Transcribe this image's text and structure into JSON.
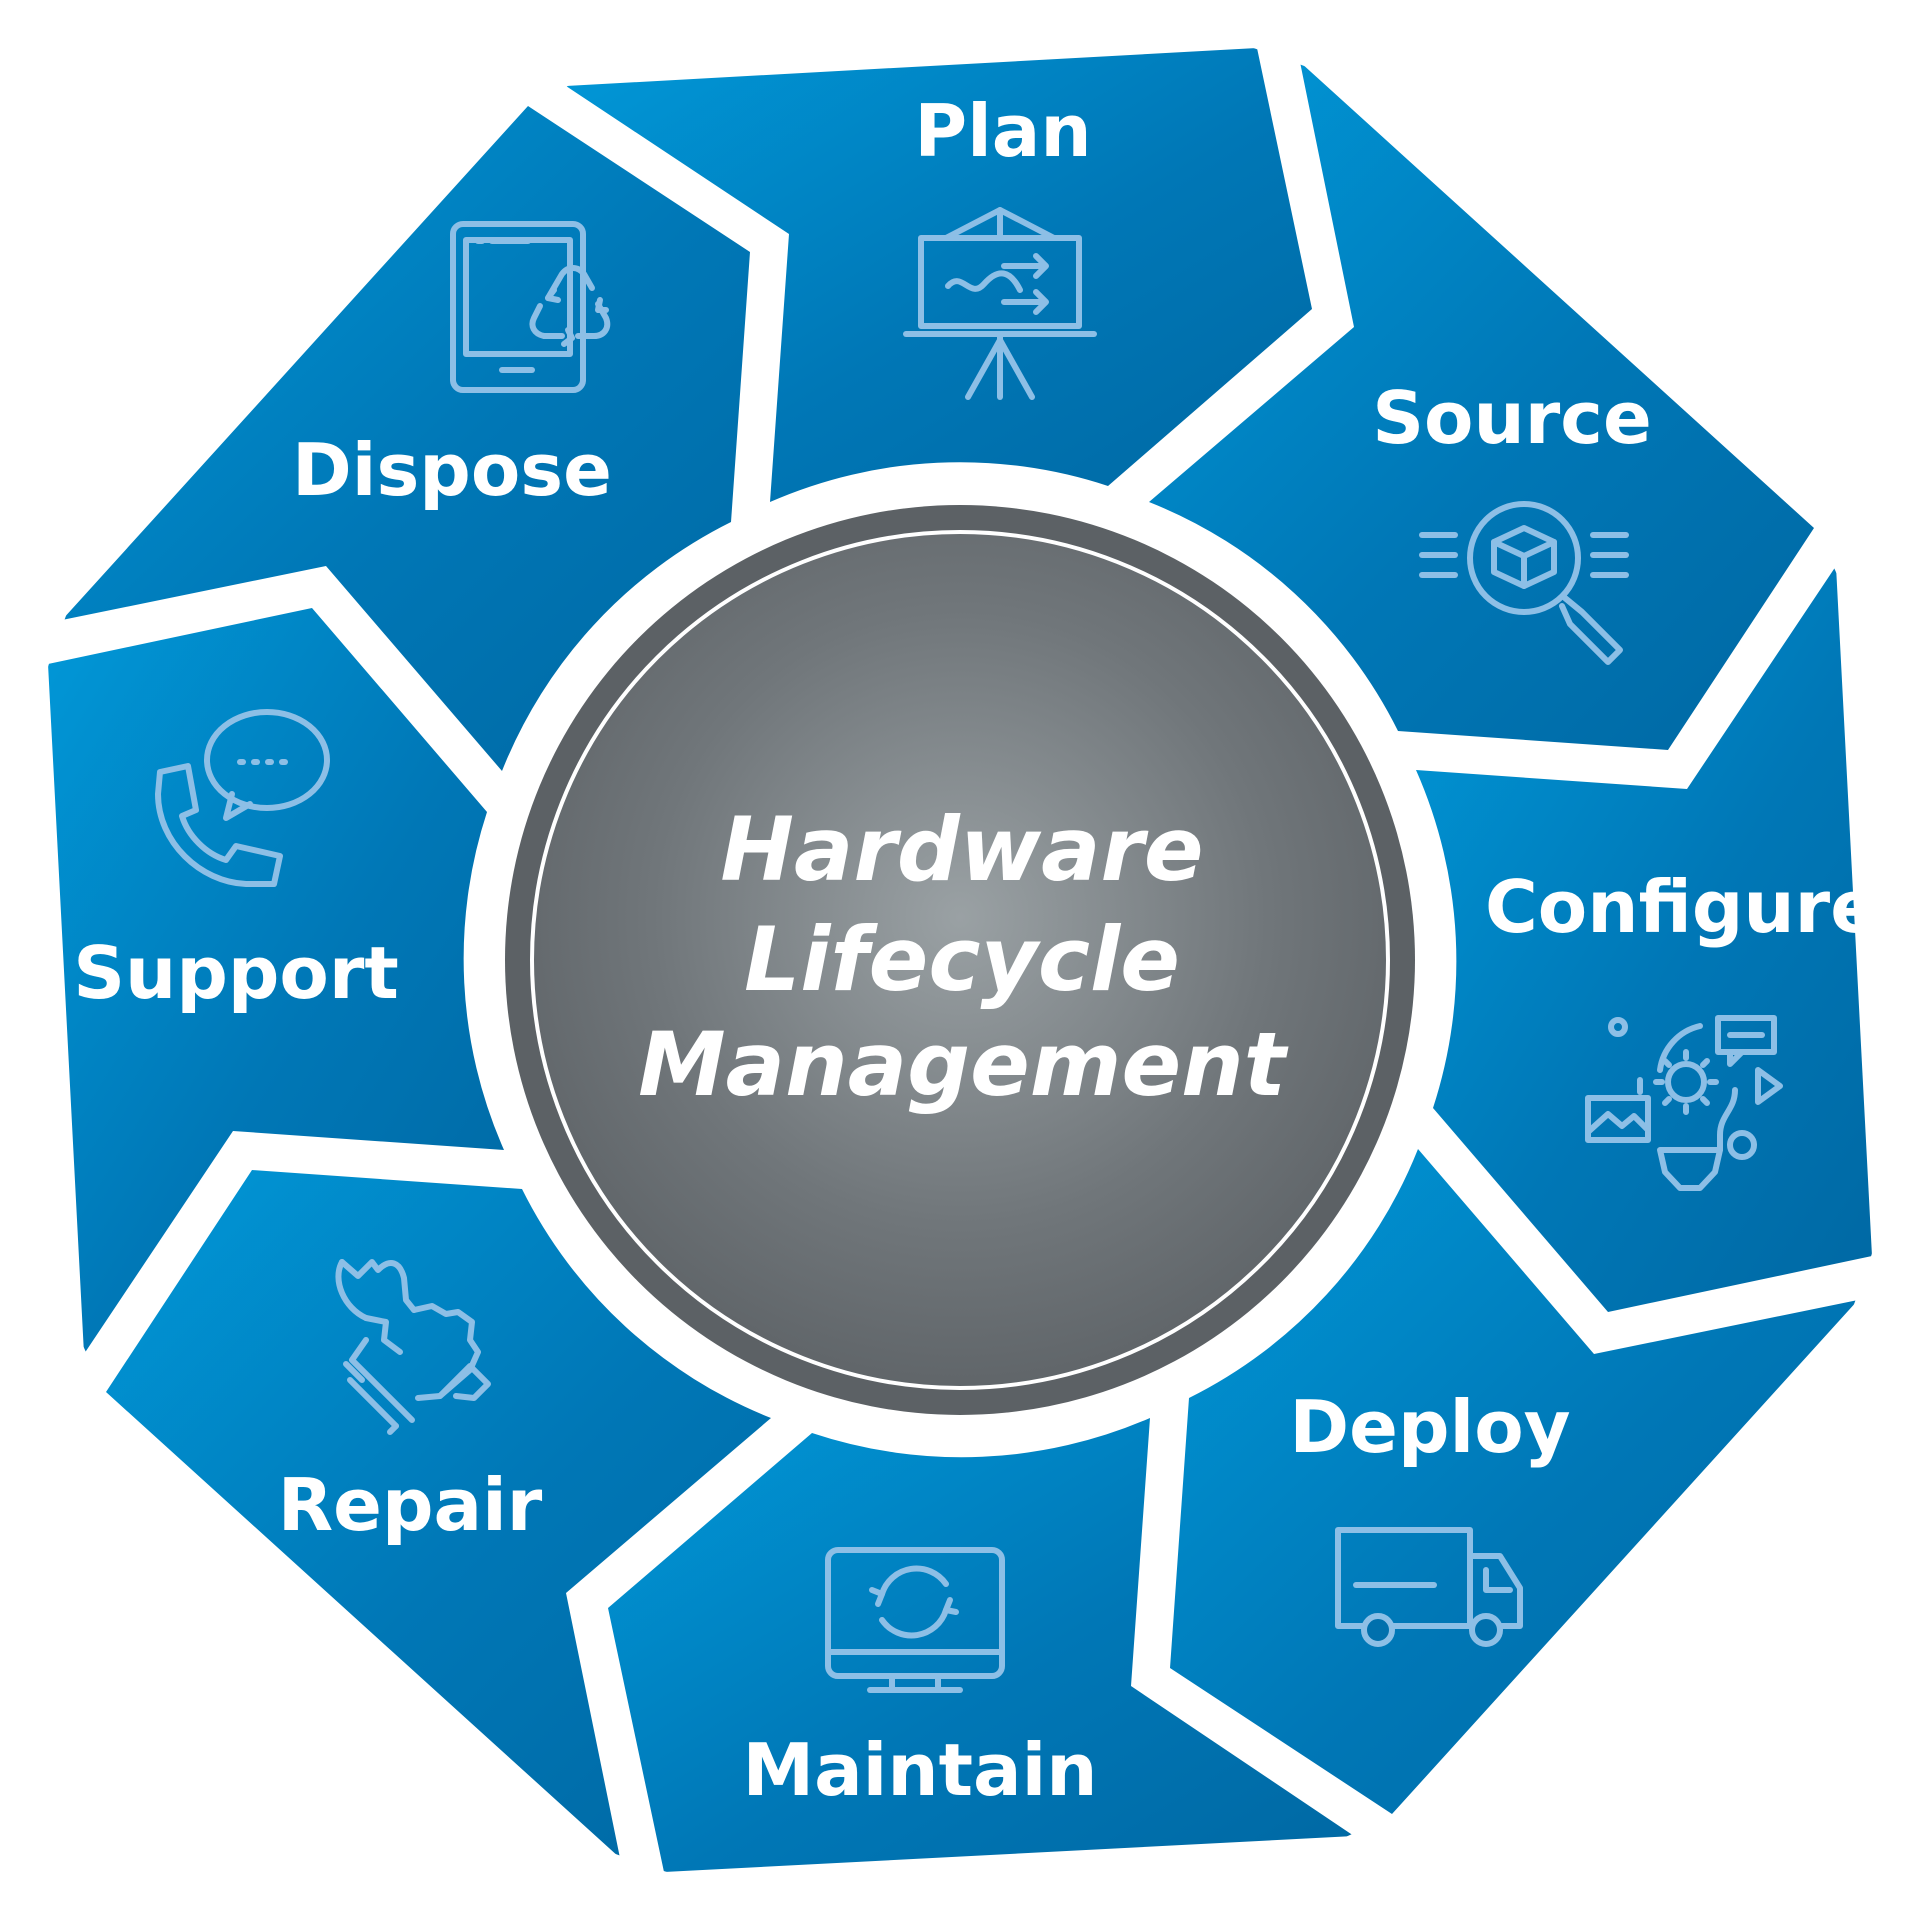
{
  "center": {
    "title_lines": [
      "Hardware",
      "Lifecycle",
      "Management"
    ]
  },
  "stages": [
    {
      "label": "Plan",
      "icon": "presentation-board-icon"
    },
    {
      "label": "Source",
      "icon": "magnify-box-icon"
    },
    {
      "label": "Configure",
      "icon": "gear-ideas-icon"
    },
    {
      "label": "Deploy",
      "icon": "delivery-truck-icon"
    },
    {
      "label": "Maintain",
      "icon": "monitor-refresh-icon"
    },
    {
      "label": "Repair",
      "icon": "wrench-hand-icon"
    },
    {
      "label": "Support",
      "icon": "phone-chat-icon"
    },
    {
      "label": "Dispose",
      "icon": "tablet-recycle-icon"
    }
  ],
  "colors": {
    "segment_light": "#0198d8",
    "segment_dark": "#0068a3",
    "hub_light": "#9aa1a4",
    "hub_dark": "#5c6165",
    "icon": "#8dbfe6"
  }
}
